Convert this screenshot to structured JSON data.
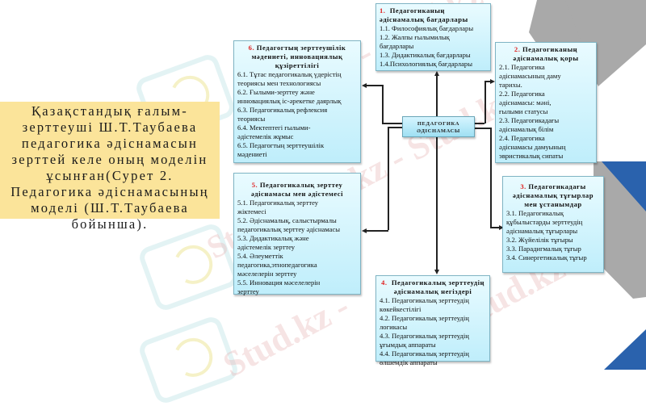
{
  "caption": {
    "text": "Қазақстандық ғалым-\nзерттеуші Ш.Т.Таубаева\nпедагогика әдіснамасын\nзерттей келе оның моделін\nұсынған(Сурет 2.\nПедагогика әдіснамасының\nмоделі (Ш.Т.Таубаева\nбойынша)."
  },
  "center": {
    "line1": "ПЕДАГОГИКА",
    "line2": "ӘДІСНАМАСЫ"
  },
  "boxes": {
    "b1": {
      "num": "1.",
      "title_line1": "Педагогиканың",
      "title_line2": "әдіснамалық бағдарлары",
      "items": [
        "1.1. Философиялық бағдарлары",
        "1.2. Жалпы ғылымилық",
        "бағдарлары",
        "1.3. Дидактикалық бағдарлары",
        "1.4.Психологиялық бағдарлары"
      ]
    },
    "b2": {
      "num": "2.",
      "title_line1": "Педагогиканың",
      "title_line2": "әдіснамалық қоры",
      "items": [
        "2.1.  Педагогика",
        "әдіснамасының даму",
        "тарихы.",
        "2.2.  Педагогика",
        "әдіснамасы:  мәні,",
        "ғылыми статусы",
        "2.3.  Педагогикадағы",
        "әдіснамалық білім",
        "2.4.  Педагогика",
        "әдіснамасы  дамуының",
        "эвристикалық сипаты"
      ]
    },
    "b3": {
      "num": "3.",
      "title_line1": "Педагогикадағы",
      "title_line2": "әдіснамалық тұғырлар",
      "title_line3": "мен ұстанымдар",
      "items": [
        "3.1. Педагогикалық",
        "құбылыстарды  зерттеудің",
        "әдіснамалық тұғырлары",
        "3.2. Жүйелілік  тұғыры",
        "3.3. Парадигмалық тұғыр",
        "3.4. Синергетикалық тұғыр"
      ]
    },
    "b4": {
      "num": "4.",
      "title_line1": "Педагогикалық зерттеудің",
      "title_line2": "әдіснамалық негіздері",
      "items": [
        "4.1.  Педагогикалық зерттеудің",
        "көкейкестілігі",
        "4.2.  Педагогикалық зерттеудің",
        "логикасы",
        "4.3.  Педагогикалық зерттеудің",
        "ұғымдық аппараты",
        "4.4.  Педагогикалық зерттеудің",
        "өлшемдік  аппараты"
      ]
    },
    "b5": {
      "num": "5.",
      "title_line1": "Педагогикалық зерттеу",
      "title_line2": "әдіснамасы мен әдістемесі",
      "items": [
        "5.1. Педагогикалық  зерттеу",
        "жіктемесі",
        "5.2. Әдіснамалық,  салыстырмалы",
        "педагогикалық зерттеу әдіснамасы",
        "5.3. Дидактикалық және",
        "әдістемелік  зерттеу",
        "5.4. Әлеуметтік",
        "педагогика,этнопедагогика",
        "мәселелерін  зерттеу",
        "5.5.  Инновация мәселелерін",
        "зерттеу"
      ]
    },
    "b6": {
      "num": "6.",
      "title_line1": "Педагогтың зерттеушілік",
      "title_line2": "мәдениеті, инновациялық",
      "title_line3": "құзіреттілігі",
      "items": [
        "6.1. Тұтас педагогикалық үдерістің",
        "теориясы мен технологиясы",
        "6.2. Ғылыми-зерттеу және",
        "инновациялық іс-әрекетке  даярлық",
        "6.3. Педагогикалық  рефлексия",
        "теориясы",
        "6.4. Мектептегі ғылыми-",
        "әдістемелік  жұмыс",
        "6.5. Педагогтың зерттеушілік",
        "мәдениеті"
      ]
    }
  },
  "watermarks": [
    "Stud.kz - Stud.kz",
    "Stud.kz - Stud.kz",
    "Stud.kz -",
    "Stud.kz -",
    "Stud.kz -"
  ],
  "colors": {
    "caption_bg": "#fbe49a",
    "box_top": "#e9fbff",
    "box_bottom": "#bfeefb",
    "number_red": "#e02020",
    "deco_gray": "#a9a9a9",
    "deco_blue": "#2a62ad"
  }
}
